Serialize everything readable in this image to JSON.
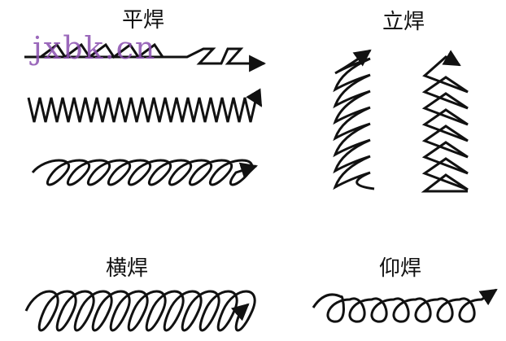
{
  "watermark": "jxbk.cn",
  "labels": {
    "flat": "平焊",
    "vertical": "立焊",
    "horizontal": "横焊",
    "overhead": "仰焊"
  },
  "colors": {
    "stroke": "#111111",
    "watermark": "#8a4fb0"
  }
}
